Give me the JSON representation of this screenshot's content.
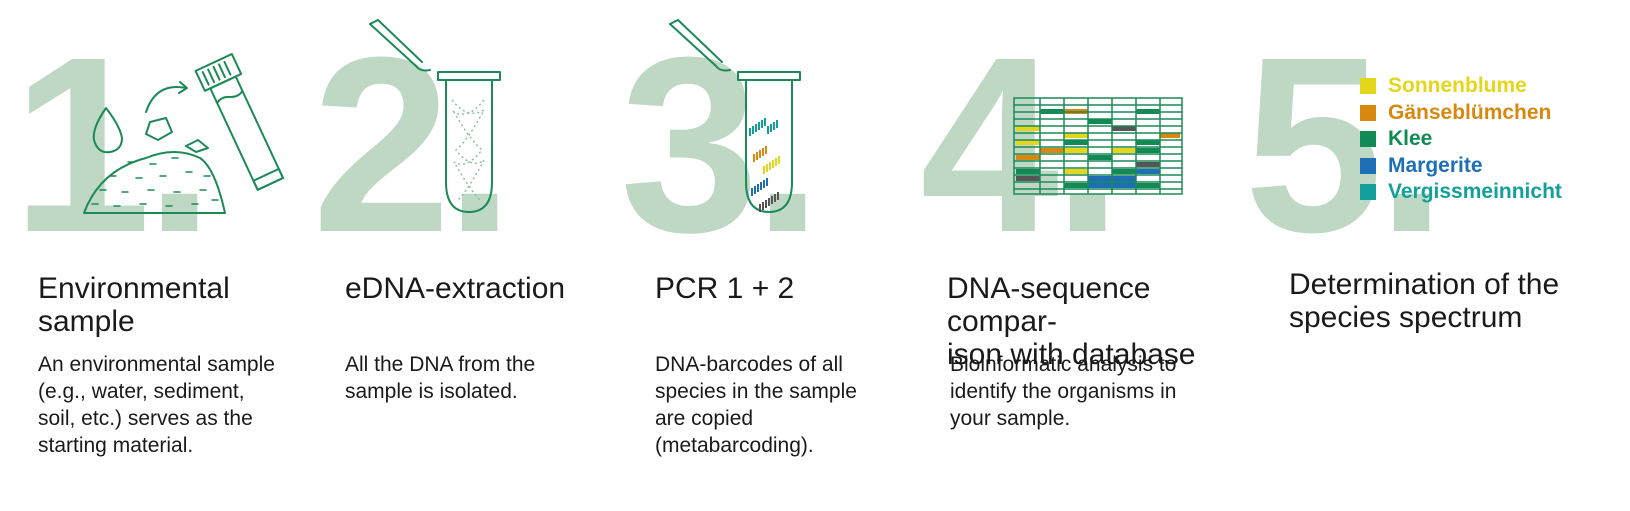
{
  "steps": [
    {
      "number": "1.",
      "title_lines": [
        "Environmental",
        "sample"
      ],
      "desc_lines": [
        "An environmental sample",
        "(e.g., water, sediment,",
        "soil, etc.) serves as the",
        "starting material."
      ]
    },
    {
      "number": "2.",
      "title_lines": [
        "eDNA-extraction"
      ],
      "desc_lines": [
        "All the DNA from the",
        "sample is isolated."
      ]
    },
    {
      "number": "3.",
      "title_lines": [
        "PCR 1 + 2"
      ],
      "desc_lines": [
        "DNA-barcodes of all",
        "species in the sample",
        "are copied",
        "(metabarcoding)."
      ]
    },
    {
      "number": "4.",
      "title_lines": [
        "DNA-sequence compar-",
        "ison with database"
      ],
      "desc_lines": [
        "Bioinformatic analysis to",
        "identify the organisms in",
        "your sample."
      ]
    },
    {
      "number": "5.",
      "title_lines": [
        "Determination of the",
        "species spectrum"
      ],
      "desc_lines": []
    }
  ],
  "legend": [
    {
      "label": "Sonnenblume",
      "color": "#e3d61b"
    },
    {
      "label": "Gänseblümchen",
      "color": "#d9880f"
    },
    {
      "label": "Klee",
      "color": "#128a55"
    },
    {
      "label": "Margerite",
      "color": "#1e6fb5"
    },
    {
      "label": "Vergissmeinnicht",
      "color": "#13a09a"
    }
  ],
  "colors": {
    "numeral": "#bed8c4",
    "line": "#1c8a57"
  },
  "icons": [
    "water-drop-icon",
    "soil-pile-icon",
    "sample-tube-icon",
    "tweezers-icon",
    "test-tube-icon",
    "barcode-tube-icon",
    "sequence-grid-icon"
  ]
}
